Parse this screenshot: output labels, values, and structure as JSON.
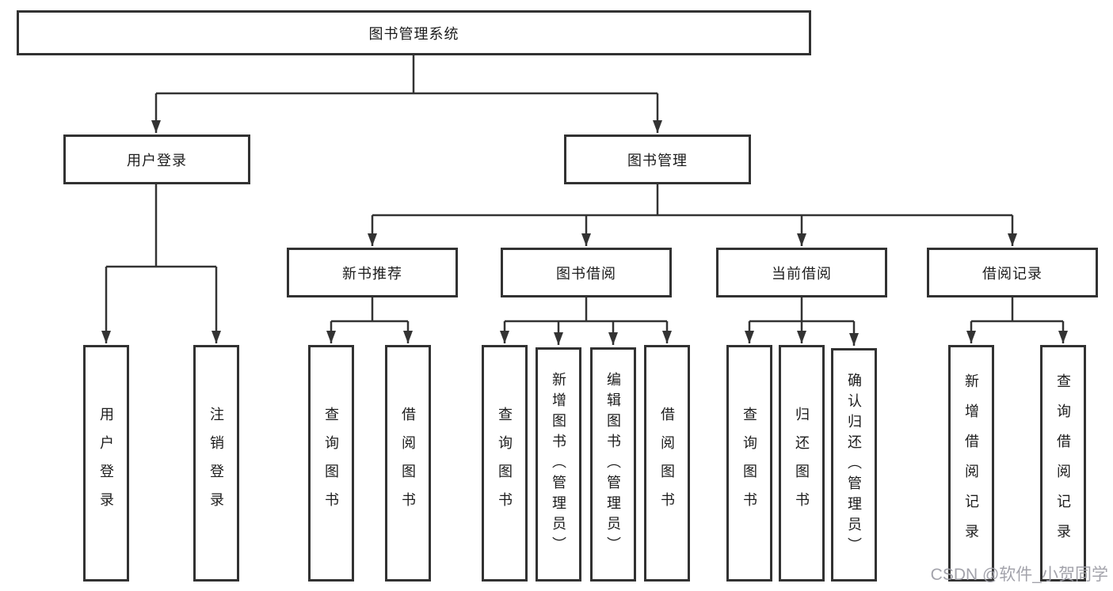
{
  "diagram": {
    "root": {
      "label": "图书管理系统"
    },
    "level2": [
      {
        "label": "用户登录"
      },
      {
        "label": "图书管理"
      }
    ],
    "level3": [
      {
        "label": "新书推荐"
      },
      {
        "label": "图书借阅"
      },
      {
        "label": "当前借阅"
      },
      {
        "label": "借阅记录"
      }
    ],
    "leaves": [
      {
        "parent": "用户登录",
        "label": "用户登录"
      },
      {
        "parent": "用户登录",
        "label": "注销登录"
      },
      {
        "parent": "新书推荐",
        "label": "查询图书"
      },
      {
        "parent": "新书推荐",
        "label": "借阅图书"
      },
      {
        "parent": "图书借阅",
        "label": "查询图书"
      },
      {
        "parent": "图书借阅",
        "label": "新增图书（管理员）"
      },
      {
        "parent": "图书借阅",
        "label": "编辑图书（管理员）"
      },
      {
        "parent": "图书借阅",
        "label": "借阅图书"
      },
      {
        "parent": "当前借阅",
        "label": "查询图书"
      },
      {
        "parent": "当前借阅",
        "label": "归还图书"
      },
      {
        "parent": "当前借阅",
        "label": "确认归还（管理员）"
      },
      {
        "parent": "借阅记录",
        "label": "新增借阅记录"
      },
      {
        "parent": "借阅记录",
        "label": "查询借阅记录"
      }
    ],
    "line_color": "#333333",
    "border_color": "#323232"
  },
  "watermark": "CSDN @软件_小贺同学"
}
